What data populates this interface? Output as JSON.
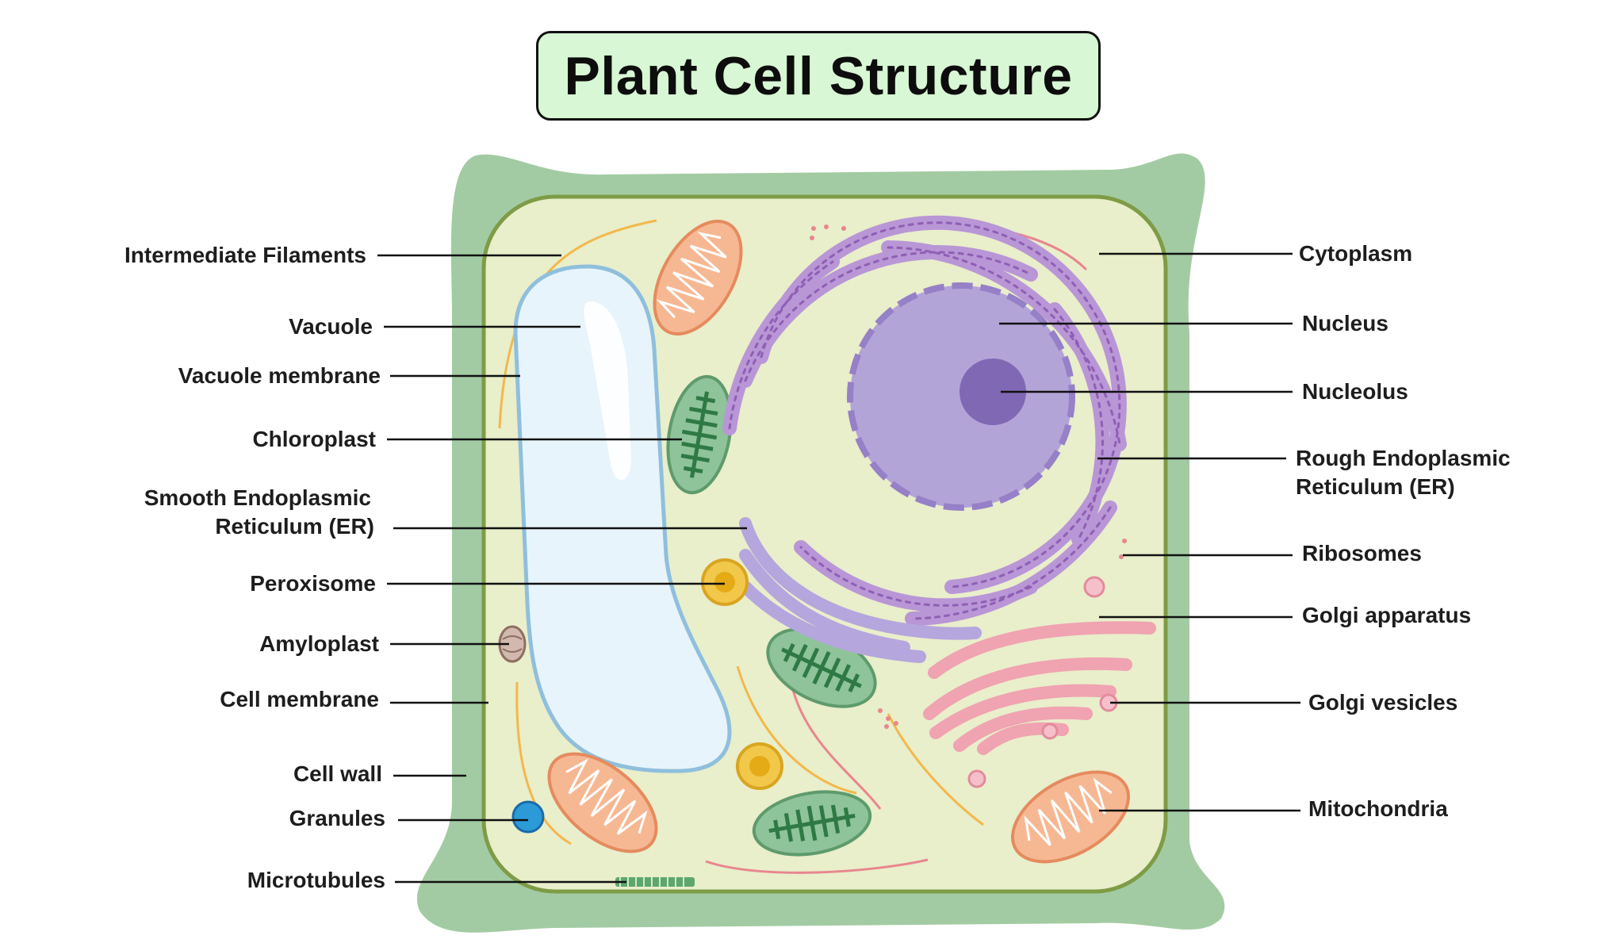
{
  "title": "Plant Cell Structure",
  "labels_left": [
    {
      "id": "intermediate-filaments",
      "text": "Intermediate Filaments"
    },
    {
      "id": "vacuole",
      "text": "Vacuole"
    },
    {
      "id": "vacuole-membrane",
      "text": "Vacuole membrane"
    },
    {
      "id": "chloroplast",
      "text": "Chloroplast"
    },
    {
      "id": "smooth-er-1",
      "text": "Smooth Endoplasmic"
    },
    {
      "id": "smooth-er-2",
      "text": "Reticulum (ER)"
    },
    {
      "id": "peroxisome",
      "text": "Peroxisome"
    },
    {
      "id": "amyloplast",
      "text": "Amyloplast"
    },
    {
      "id": "cell-membrane",
      "text": "Cell membrane"
    },
    {
      "id": "cell-wall",
      "text": "Cell wall"
    },
    {
      "id": "granules",
      "text": "Granules"
    },
    {
      "id": "microtubules",
      "text": "Microtubules"
    }
  ],
  "labels_right": [
    {
      "id": "cytoplasm",
      "text": "Cytoplasm"
    },
    {
      "id": "nucleus",
      "text": "Nucleus"
    },
    {
      "id": "nucleolus",
      "text": "Nucleolus"
    },
    {
      "id": "rough-er-1",
      "text": "Rough Endoplasmic"
    },
    {
      "id": "rough-er-2",
      "text": "Reticulum (ER)"
    },
    {
      "id": "ribosomes",
      "text": "Ribosomes"
    },
    {
      "id": "golgi-apparatus",
      "text": "Golgi apparatus"
    },
    {
      "id": "golgi-vesicles",
      "text": "Golgi vesicles"
    },
    {
      "id": "mitochondria",
      "text": "Mitochondria"
    }
  ],
  "colors": {
    "cell_wall": "#a3cba3",
    "cytoplasm": "#e9eecb",
    "membrane": "#7e9c45",
    "vacuole": "#e7f4fb",
    "vacuole_border": "#8fbfdc",
    "nucleus": "#b3a4d8",
    "nucleolus": "#8068b4",
    "rough_er": "#b996d6",
    "smooth_er": "#b5a6dd",
    "golgi": "#f0a3b1",
    "mitochondria": "#f6b893",
    "chloroplast": "#8fc39a",
    "peroxisome": "#f2c84b",
    "granule": "#2d9ad8",
    "filament": "#f3b84b"
  }
}
